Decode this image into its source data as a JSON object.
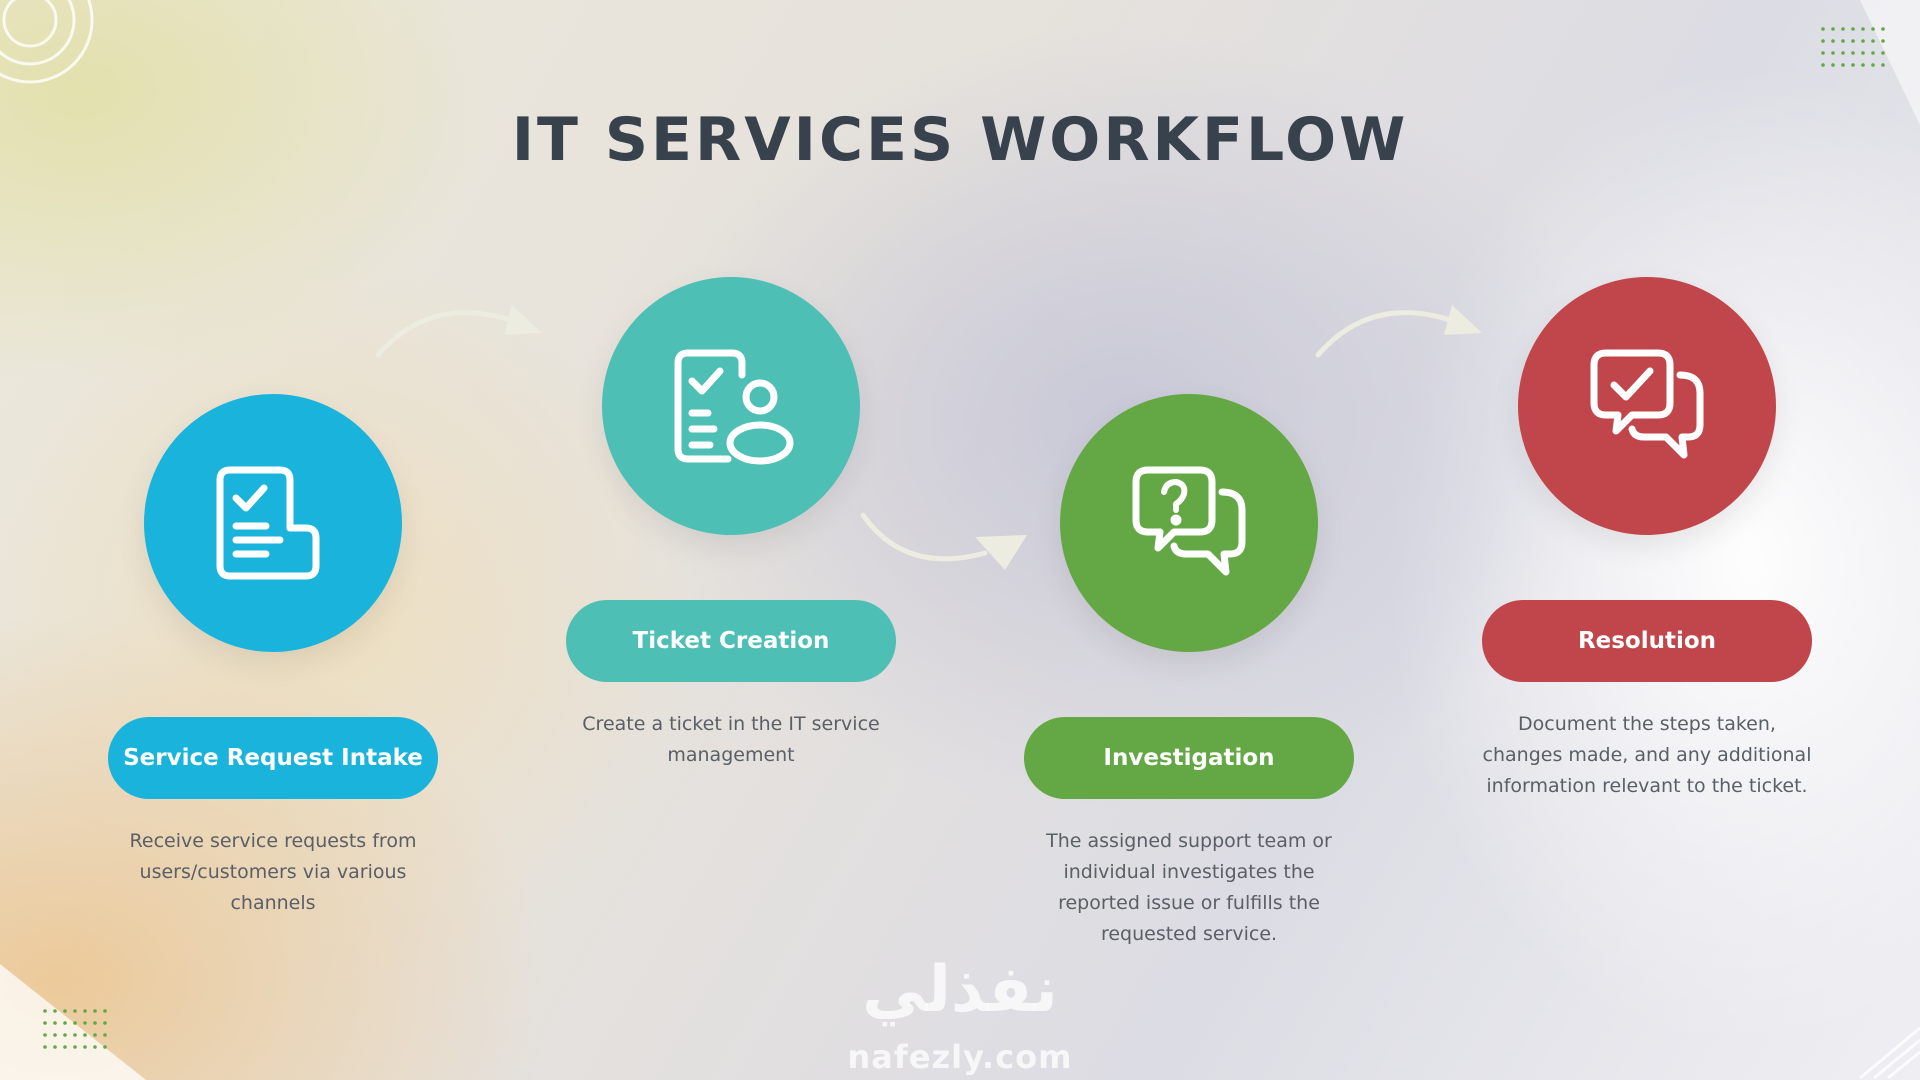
{
  "title": "IT SERVICES WORKFLOW",
  "colors": {
    "blue": "#1ab3dc",
    "teal": "#4dbfb4",
    "green": "#63a844",
    "red": "#c1464b",
    "title": "#37424c",
    "arrow": "#ecece0"
  },
  "steps": [
    {
      "label": "Service Request Intake",
      "description": "Receive service requests from users/customers via various channels",
      "icon": "document-check-icon"
    },
    {
      "label": "Ticket Creation",
      "description": "Create a ticket in the IT service management",
      "icon": "checklist-user-icon"
    },
    {
      "label": "Investigation",
      "description": "The assigned support team or individual investigates the reported issue or fulfills the requested service.",
      "icon": "question-chat-icon"
    },
    {
      "label": "Resolution",
      "description": "Document the steps taken, changes made, and any additional information relevant to the ticket.",
      "icon": "check-chat-icon"
    }
  ],
  "watermark": {
    "arabic": "نفذلي",
    "url": "nafezly.com"
  }
}
